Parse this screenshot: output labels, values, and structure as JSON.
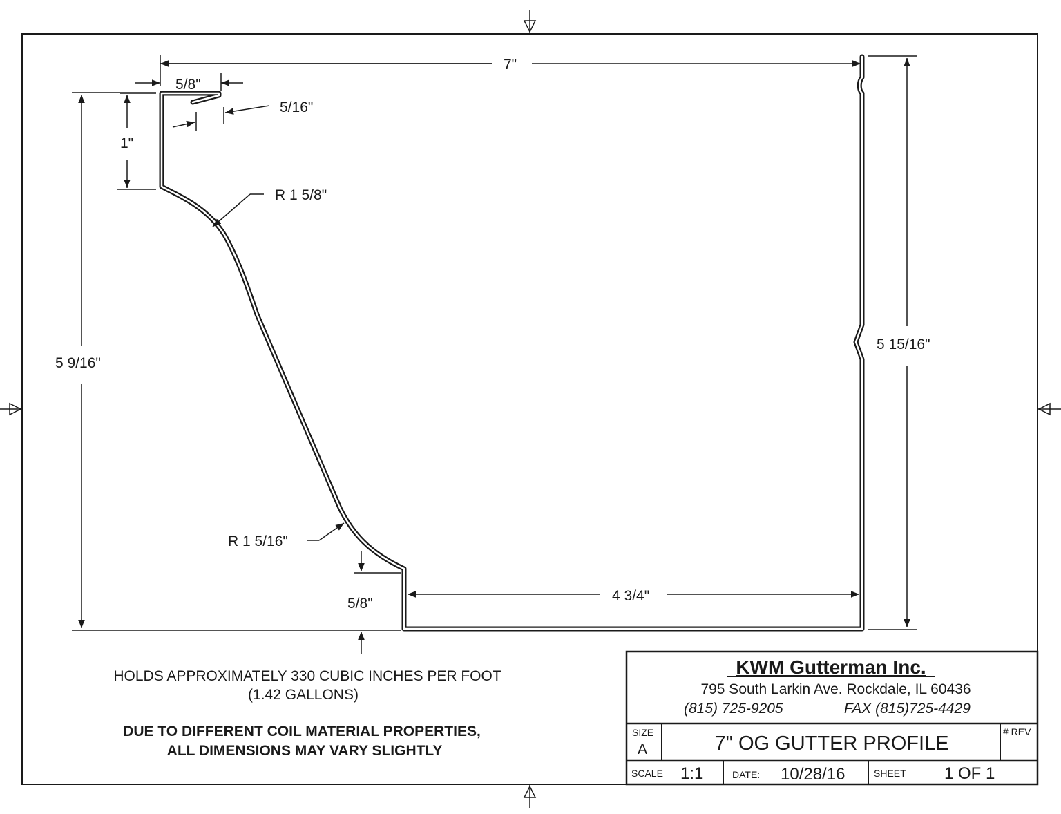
{
  "dimensions": {
    "top_width": "7\"",
    "lip_width": "5/8\"",
    "lip_hem": "5/16\"",
    "back_top": "1\"",
    "radius_upper": "R 1 5/8\"",
    "back_height": "5 9/16\"",
    "radius_lower": "R 1 5/16\"",
    "step": "5/8\"",
    "bottom_width": "4 3/4\"",
    "front_height": "5 15/16\""
  },
  "notes": {
    "capacity_line1": "HOLDS APPROXIMATELY 330 CUBIC INCHES PER FOOT",
    "capacity_line2": "(1.42 GALLONS)",
    "warning_line1": "DUE TO DIFFERENT COIL MATERIAL PROPERTIES,",
    "warning_line2": "ALL DIMENSIONS MAY VARY SLIGHTLY"
  },
  "title_block": {
    "company": "KWM Gutterman Inc.",
    "address": "795 South Larkin Ave. Rockdale, IL 60436",
    "phone": "(815) 725-9205",
    "fax": "FAX (815)725-4429",
    "size_label": "SIZE",
    "size_value": "A",
    "title": "7\" OG GUTTER PROFILE",
    "rev_label": "# REV",
    "scale_label": "SCALE",
    "scale_value": "1:1",
    "date_label": "DATE:",
    "date_value": "10/28/16",
    "sheet_label": "SHEET",
    "sheet_value": "1 OF 1"
  }
}
